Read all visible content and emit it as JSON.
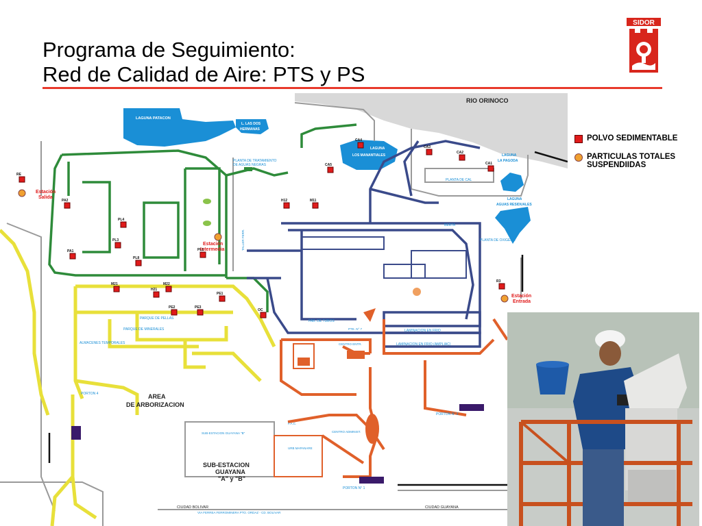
{
  "slide": {
    "title_line1": "Programa de Seguimiento:",
    "title_line2": "Red de Calidad de Aire: PTS y PS",
    "logo_text": "SIDOR"
  },
  "legend": {
    "items": [
      {
        "symbol": "red-square",
        "label": "POLVO SEDIMENTABLE"
      },
      {
        "symbol": "orange-circle",
        "label": "PARTICULAS TOTALES SUSPENDIIDAS"
      }
    ]
  },
  "map": {
    "areas": {
      "rio": "RIO ORINOCO",
      "laguna_patacon": "LAGUNA PATACON",
      "laguna_las_dos_hermanas_1": "L. LAS DOS",
      "laguna_las_dos_hermanas_2": "HERMANAS",
      "laguna_manantiales_1": "LAGUNA",
      "laguna_manantiales_2": "LOS MANANTIALES",
      "laguna_pagoda_1": "LAGUNA",
      "laguna_pagoda_2": "LA PAGODA",
      "laguna_residuales_1": "LAGUNA",
      "laguna_residuales_2": "AGUAS RESIDUALES",
      "planta_tratamiento_1": "PLANTA DE TRATAMIENTO",
      "planta_tratamiento_2": "DE AGUAS NEGRAS",
      "area_arborizacion_1": "AREA",
      "area_arborizacion_2": "DE ARBORIZACION",
      "subestacion_1": "SUB-ESTACION",
      "subestacion_2": "GUAYANA",
      "subestacion_3": "\"A\" y \"B\"",
      "subestacion_b": "SUB-ESTACION GUAYANA \"B\"",
      "planta_cal": "PLANTA DE CAL",
      "berta": "BERTA",
      "planta_oxigeno": "PLANTA DE OXIGENO",
      "fab_tubos": "FAB. DE TUBOS",
      "laminacion_frio": "LAMINACION EN FRIO",
      "laminacion_frio_ampliacion": "LAMINACION EN FRIO (AMPLIAC)",
      "almacenes": "ALMACENES TEMPORALES",
      "parque_pellas": "PARQUE DE PELLAS",
      "parque_minerales": "PARQUE DE MINERALES",
      "porton4": "PORTON 4",
      "porton3": "PORTON N° 3",
      "porton1": "PORTON N° 1",
      "ciudad_bolivar": "CIUDAD BOLIVAR",
      "ciudad_guayana": "CIUDAD GUAYANA",
      "via_ferrea": "VIA FERREA FERROMINERA  PTO. ORDAZ - CD. BOLIVAR",
      "centro_entr": "CENTRO ENTR.",
      "urb_mapanare": "URB MAPANARE",
      "centro_admin": "CENTRO ADMINIST.",
      "fac": "F.A.C.",
      "pte_7": "PTE. N° 7",
      "taller": "TALLER FERR."
    },
    "stations": {
      "salida_1": "Estación",
      "salida_2": "Salida",
      "intermedia_1": "Estación",
      "intermedia_2": "Intermedia",
      "entrada_1": "Estación",
      "entrada_2": "Entrada"
    },
    "markers": [
      "RE",
      "PA2",
      "PA1",
      "PL4",
      "PL3",
      "PL8",
      "PL1",
      "M21",
      "M22",
      "H21",
      "PE1",
      "PE2",
      "PE3",
      "OC",
      "H12",
      "M11",
      "CA4",
      "CA5",
      "CA3",
      "CA2",
      "CA1",
      "R3"
    ]
  },
  "colors": {
    "accent_red": "#e8392b",
    "water": "#1a8fd6",
    "green_route": "#2e8b3a",
    "yellow_route": "#e8e03a",
    "blue_route": "#3a4a8a",
    "orange_route": "#e0602a"
  }
}
